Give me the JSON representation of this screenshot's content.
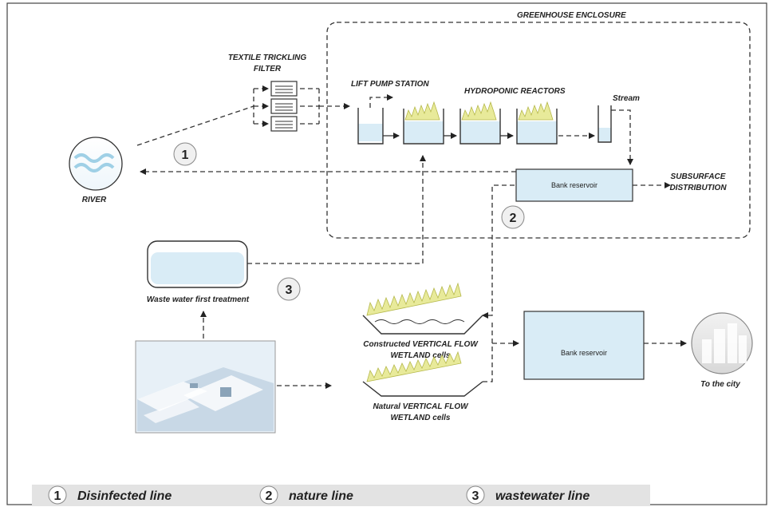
{
  "labels": {
    "greenhouse": "GREENHOUSE ENCLOSURE",
    "filter_line1": "TEXTILE TRICKLING",
    "filter_line2": "FILTER",
    "lift_pump": "LIFT PUMP STATION",
    "hydroponic": "HYDROPONIC REACTORS",
    "stream": "Stream",
    "river": "RIVER",
    "bank_top": "Bank reservoir",
    "subsurface_line1": "SUBSURFACE",
    "subsurface_line2": "DISTRIBUTION",
    "waste_first": "Waste water first treatment",
    "constructed_line1": "Constructed VERTICAL FLOW",
    "constructed_line2": "WETLAND cells",
    "natural_line1": "Natural VERTICAL FLOW",
    "natural_line2": "WETLAND cells",
    "bank_bottom": "Bank reservoir",
    "to_city": "To the city"
  },
  "markers": {
    "one": "1",
    "two": "2",
    "three": "3"
  },
  "legend": [
    {
      "num": "1",
      "text": "Disinfected line"
    },
    {
      "num": "2",
      "text": "nature line"
    },
    {
      "num": "3",
      "text": "wastewater line"
    }
  ],
  "colors": {
    "water": "#d9ecf6",
    "grass": "#e8ea9a",
    "legend_bg": "#e3e3e3"
  }
}
